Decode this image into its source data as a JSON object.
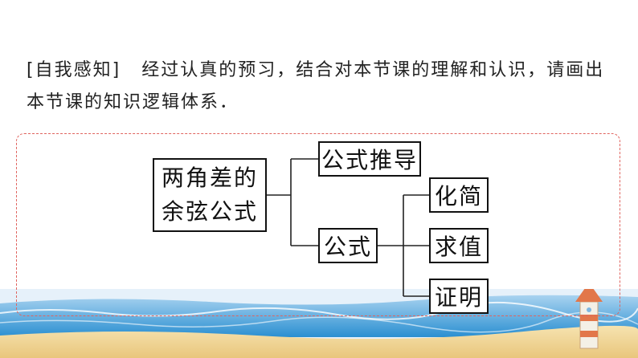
{
  "intro": {
    "tag": "自我感知",
    "text": "经过认真的预习，结合对本节课的理解和认识，请画出本节课的知识逻辑体系．"
  },
  "diagram": {
    "root": {
      "line1": "两角差的",
      "line2": "余弦公式"
    },
    "branch_derivation": "公式推导",
    "branch_formula": "公式",
    "leaves": [
      "化简",
      "求值",
      "证明"
    ]
  },
  "colors": {
    "frame_border": "#e0645f",
    "sky": "#cfe3f3",
    "sea": "#2a8fd1",
    "sand": "#f0d79a"
  }
}
